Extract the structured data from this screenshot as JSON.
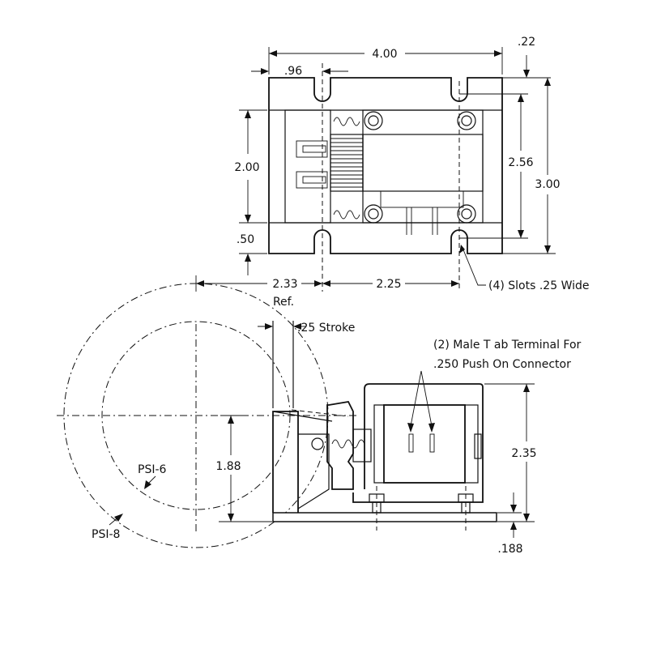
{
  "top_view": {
    "dim_width": "4.00",
    "dim_slot_offset": ".96",
    "dim_top_margin": ".22",
    "dim_inner_height": "2.00",
    "dim_slot_span": "2.56",
    "dim_height": "3.00",
    "dim_bottom_margin": ".50",
    "dim_ref": "2.33",
    "dim_ref_suffix": "Ref.",
    "dim_slot_spacing": "2.25",
    "slots_note": "(4) Slots .25 Wide"
  },
  "side_view": {
    "stroke_note": ".25 Stroke",
    "terminal_note_line1": "(2) Male T ab Terminal For",
    "terminal_note_line2": ".250 Push On Connector",
    "dim_pivot_height": "1.88",
    "dim_height": "2.35",
    "dim_base_thickness": ".188",
    "label_psi6": "PSI-6",
    "label_psi8": "PSI-8"
  }
}
